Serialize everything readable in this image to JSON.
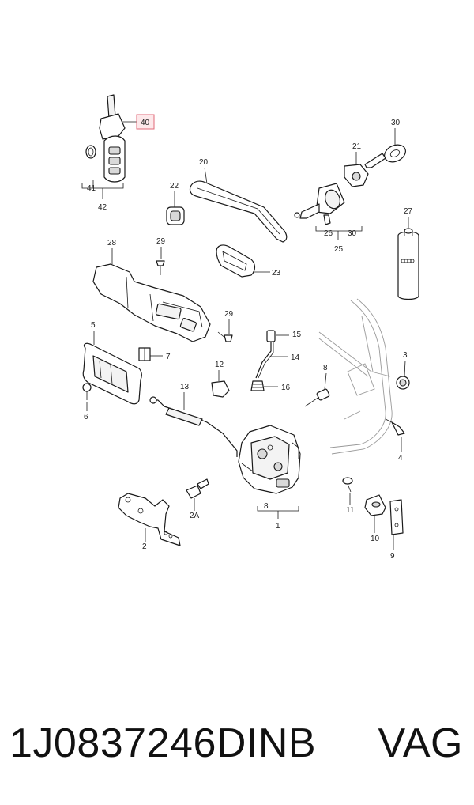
{
  "callouts": {
    "c1": "1",
    "c2": "2",
    "c2A": "2A",
    "c3": "3",
    "c4": "4",
    "c5": "5",
    "c6": "6",
    "c7": "7",
    "c8a": "8",
    "c8b": "8",
    "c9": "9",
    "c10": "10",
    "c11": "11",
    "c12": "12",
    "c13": "13",
    "c14": "14",
    "c15": "15",
    "c16": "16",
    "c20": "20",
    "c21": "21",
    "c22": "22",
    "c23": "23",
    "c25": "25",
    "c26": "26",
    "c27": "27",
    "c28": "28",
    "c29a": "29",
    "c29b": "29",
    "c30a": "30",
    "c30b": "30",
    "c40": "40",
    "c41": "41",
    "c42": "42"
  },
  "highlighted_callout": "40",
  "highlight_color": "#e06a78",
  "footer": {
    "part_number": "1J0837246DINB",
    "brand": "VAG"
  }
}
